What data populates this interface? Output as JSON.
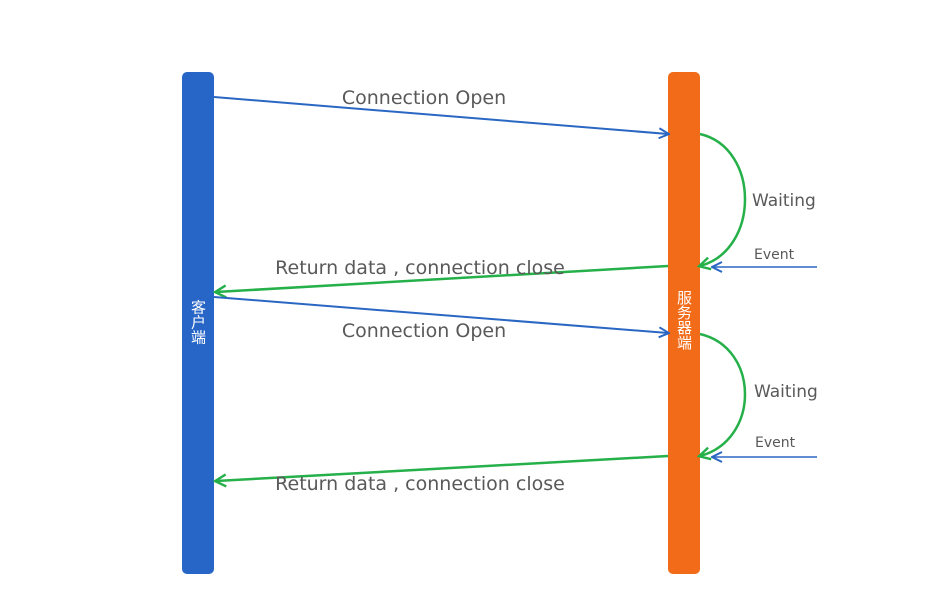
{
  "lanes": {
    "client": {
      "label": "客户端",
      "color": "#2766c7"
    },
    "server": {
      "label": "服务器端",
      "color": "#f26b18"
    }
  },
  "messages": {
    "open_1": {
      "label": "Connection Open",
      "color": "#2a67c3"
    },
    "close_1": {
      "label": "Return data , connection close",
      "color": "#25b04a"
    },
    "open_2": {
      "label": "Connection Open",
      "color": "#2a67c3"
    },
    "close_2": {
      "label": "Return data , connection close",
      "color": "#25b04a"
    }
  },
  "loops": {
    "waiting_1": {
      "label": "Waiting",
      "color": "#25b04a"
    },
    "waiting_2": {
      "label": "Waiting",
      "color": "#25b04a"
    }
  },
  "events": {
    "event_1": {
      "label": "Event",
      "color": "#2a67c3"
    },
    "event_2": {
      "label": "Event",
      "color": "#2a67c3"
    }
  }
}
